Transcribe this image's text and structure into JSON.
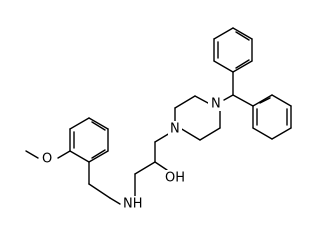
{
  "molecule": {
    "atom_labels": {
      "n_piperazine": "N",
      "n_benzhydryl": "N",
      "hydroxyl": "OH",
      "amine": "NH",
      "methoxy_oxygen": "O"
    }
  }
}
